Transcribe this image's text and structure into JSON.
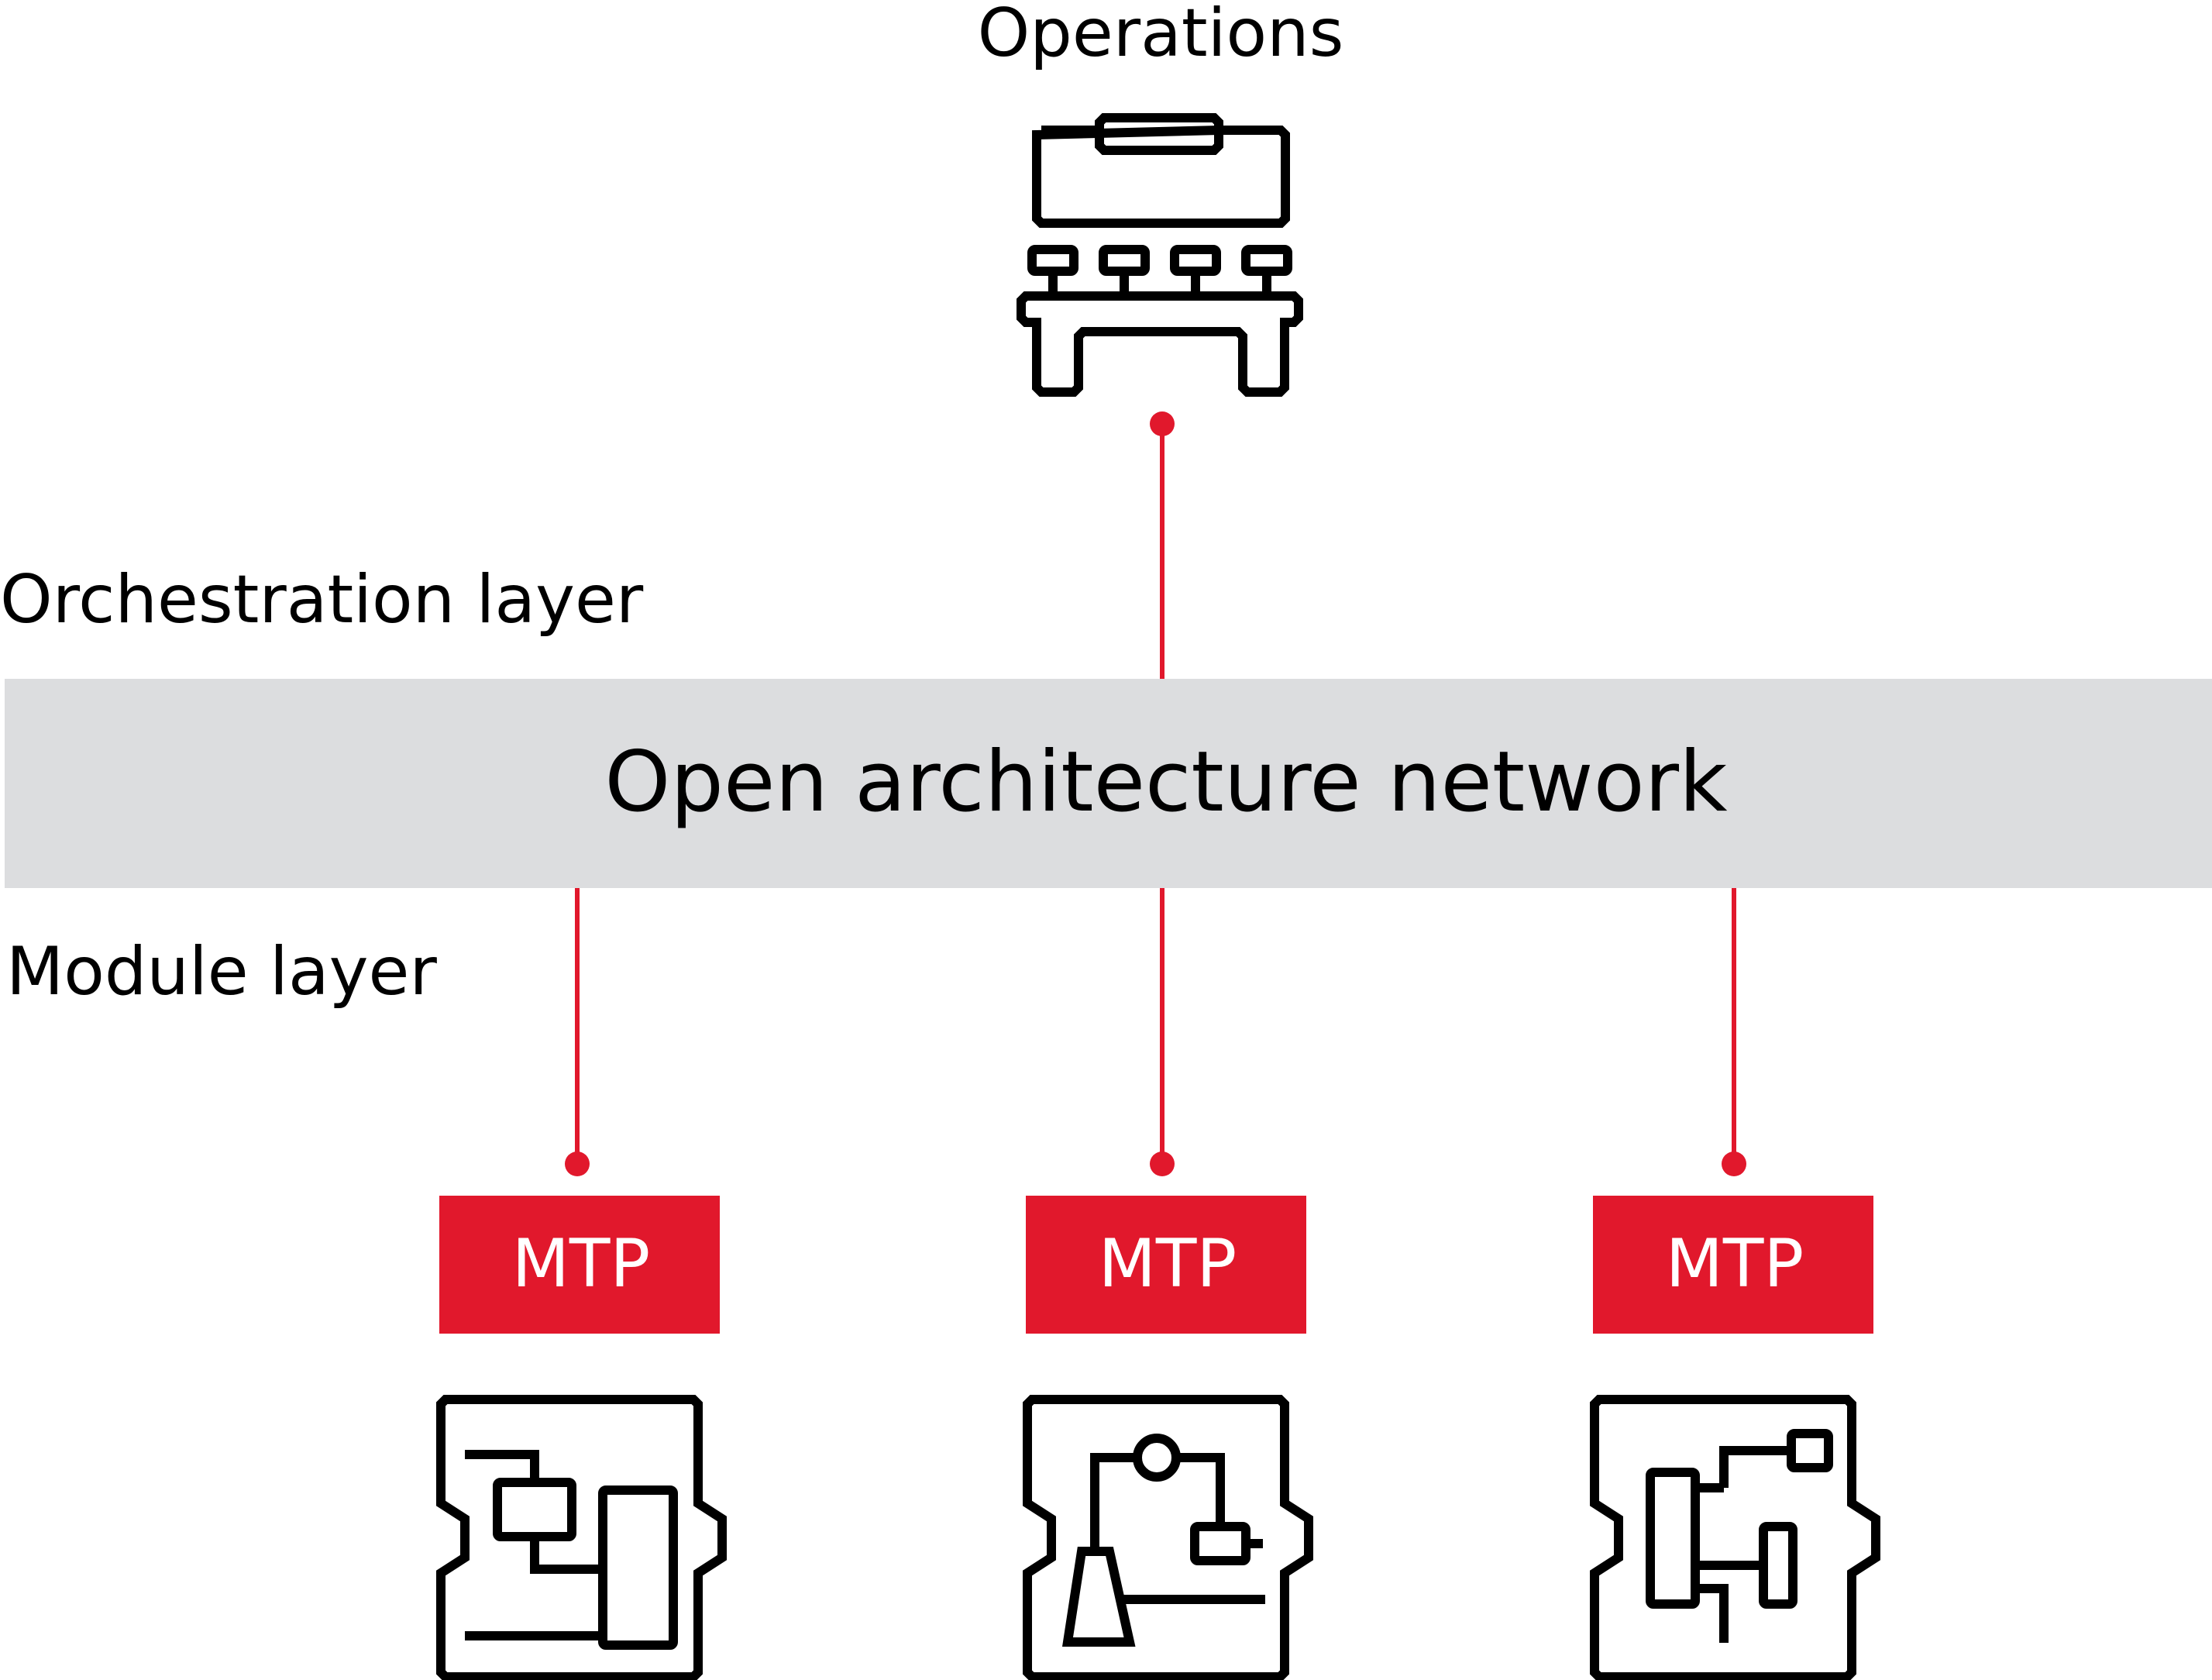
{
  "colors": {
    "accent": "#e1182c",
    "network_band": "#dcdddf",
    "icon_stroke": "#000000",
    "text": "#000000"
  },
  "top": {
    "title": "Operations",
    "icon": "control-room-icon"
  },
  "layers": {
    "orchestration": "Orchestration layer",
    "module": "Module layer"
  },
  "network": {
    "label": "Open architecture network"
  },
  "modules": [
    {
      "tag": "MTP",
      "icon": "module-mixing-icon"
    },
    {
      "tag": "MTP",
      "icon": "module-reactor-icon"
    },
    {
      "tag": "MTP",
      "icon": "module-valves-icon"
    }
  ]
}
